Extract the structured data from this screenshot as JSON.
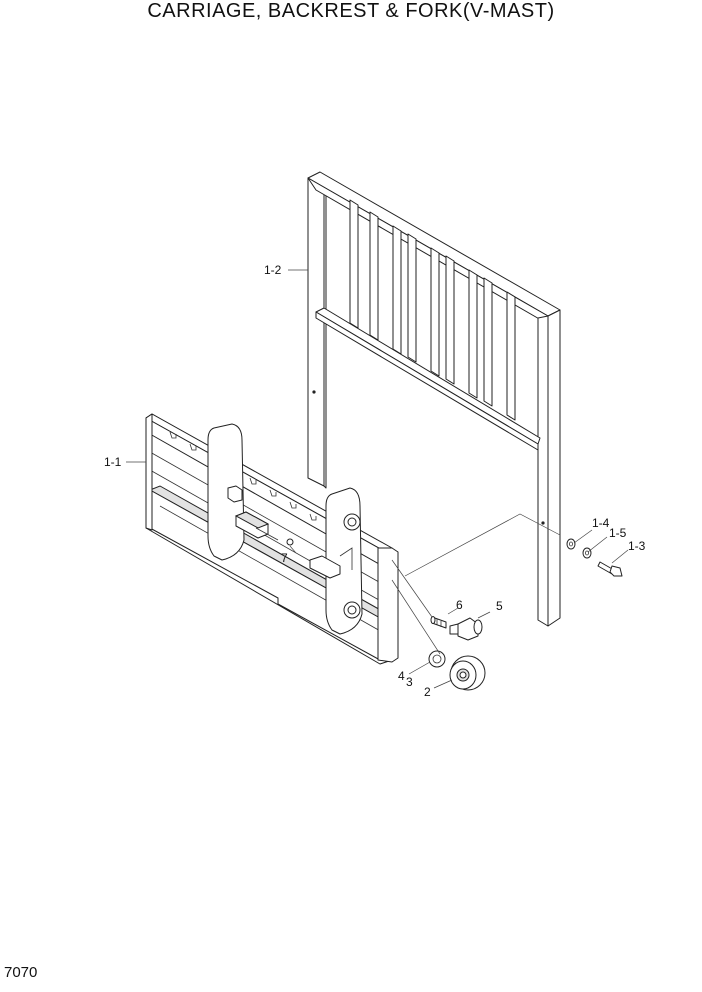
{
  "header": {
    "title": "CARRIAGE, BACKREST & FORK(V-MAST)"
  },
  "footer": {
    "page_number": "7070"
  },
  "callouts": {
    "c1_1": "1-1",
    "c1_2": "1-2",
    "c1_3": "1-3",
    "c1_4": "1-4",
    "c1_5": "1-5",
    "c2": "2",
    "c3": "3",
    "c4": "4",
    "c5": "5",
    "c6": "6",
    "c7": "7"
  }
}
